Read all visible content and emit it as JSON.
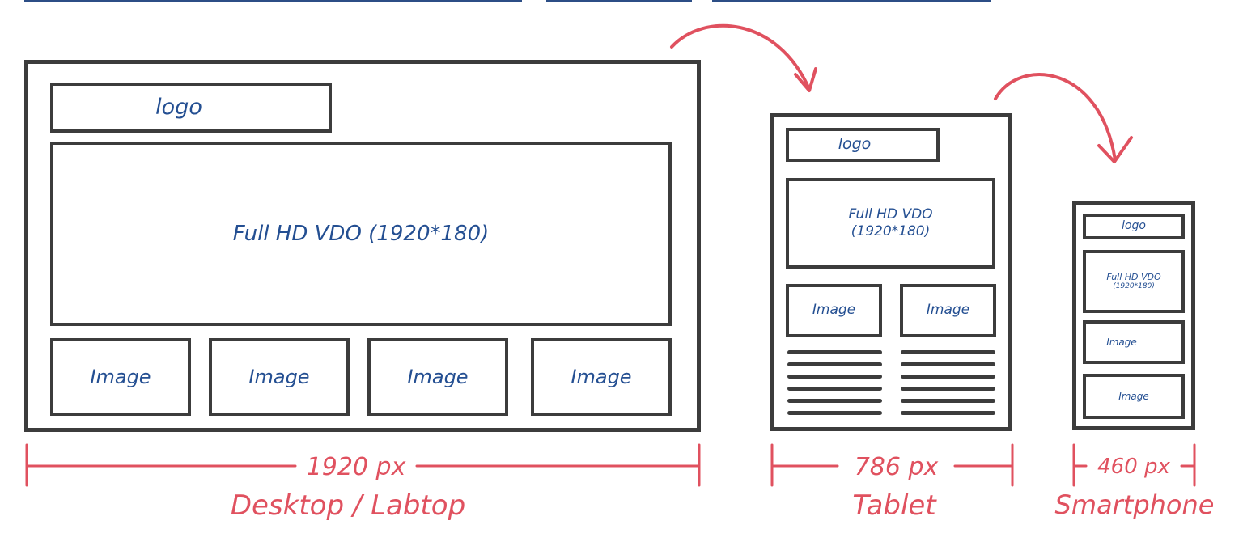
{
  "colors": {
    "frame": "#3c3c3c",
    "text": "#244f92",
    "accent": "#e0515f",
    "topline": "#2c4e86"
  },
  "desktop": {
    "logo": "logo",
    "video": "Full HD VDO (1920*180)",
    "images": [
      "Image",
      "Image",
      "Image",
      "Image"
    ],
    "width_label": "1920 px",
    "device_label": "Desktop / Labtop"
  },
  "tablet": {
    "logo": "logo",
    "video_line1": "Full HD VDO",
    "video_line2": "(1920*180)",
    "images": [
      "Image",
      "Image"
    ],
    "width_label": "786 px",
    "device_label": "Tablet"
  },
  "smartphone": {
    "logo": "logo",
    "video_line1": "Full HD VDO",
    "video_line2": "(1920*180)",
    "images": [
      "Image",
      "Image"
    ],
    "width_label": "460 px",
    "device_label": "Smartphone"
  },
  "arrow_icons": [
    "curved-arrow-icon",
    "curved-arrow-icon"
  ]
}
